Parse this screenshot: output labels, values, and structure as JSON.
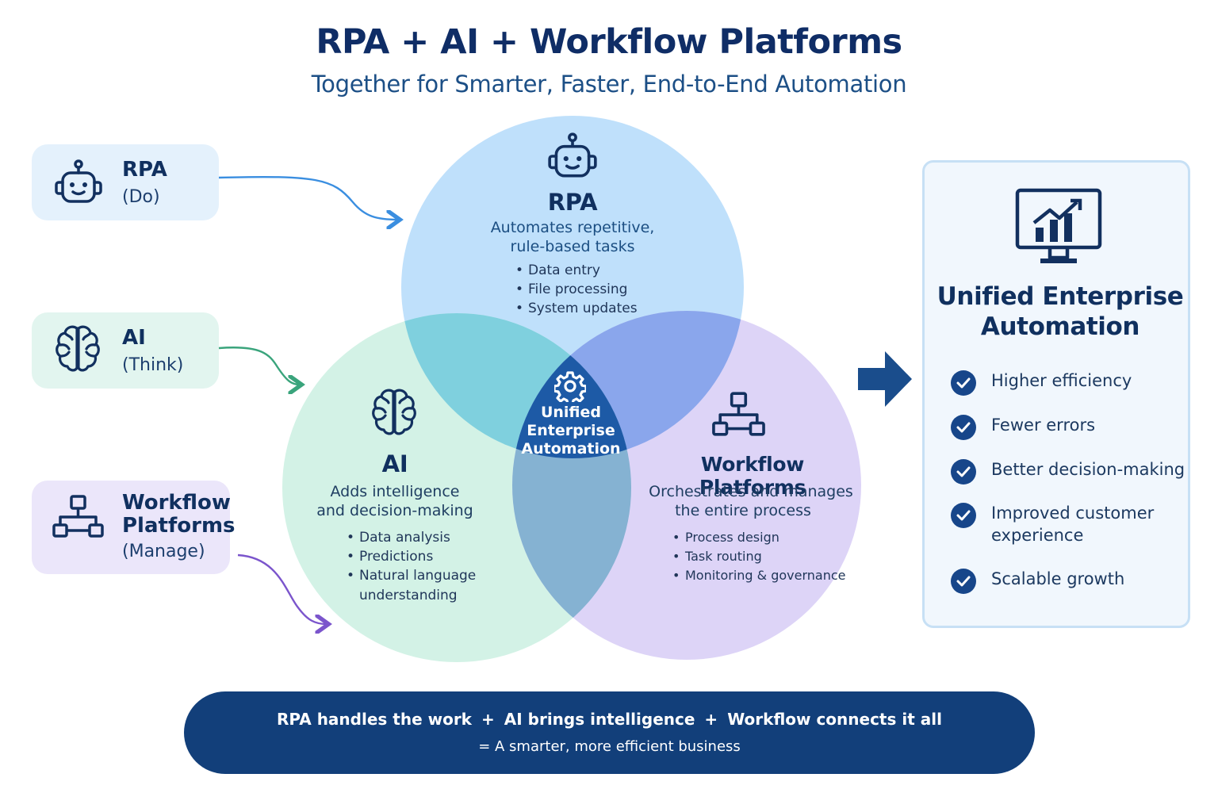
{
  "header": {
    "title": "RPA + AI + Workflow Platforms",
    "subtitle": "Together for Smarter, Faster, End-to-End Automation"
  },
  "chips": {
    "rpa": {
      "title": "RPA",
      "sub": "(Do)",
      "icon": "robot-icon"
    },
    "ai": {
      "title": "AI",
      "sub": "(Think)",
      "icon": "brain-icon"
    },
    "workflow": {
      "title_line1": "Workflow",
      "title_line2": "Platforms",
      "sub": "(Manage)",
      "icon": "flowchart-icon"
    }
  },
  "venn": {
    "rpa": {
      "title": "RPA",
      "desc_line1": "Automates repetitive,",
      "desc_line2": "rule-based tasks",
      "bullets": [
        "Data entry",
        "File processing",
        "System updates"
      ]
    },
    "ai": {
      "title": "AI",
      "desc_line1": "Adds intelligence",
      "desc_line2": "and decision-making",
      "bullets": [
        "Data analysis",
        "Predictions",
        "Natural language",
        "understanding"
      ]
    },
    "workflow": {
      "title": "Workflow Platforms",
      "desc_line1": "Orchestrates and manages",
      "desc_line2": "the entire process",
      "bullets": [
        "Process design",
        "Task routing",
        "Monitoring & governance"
      ]
    },
    "center": {
      "line1": "Unified",
      "line2": "Enterprise",
      "line3": "Automation",
      "icon": "gear-icon"
    }
  },
  "result": {
    "icon": "monitor-chart-icon",
    "title_line1": "Unified Enterprise",
    "title_line2": "Automation",
    "benefits": [
      "Higher efficiency",
      "Fewer errors",
      "Better decision-making",
      "Improved customer",
      "experience",
      "Scalable growth"
    ]
  },
  "banner": {
    "part1": "RPA handles the work",
    "part2": "AI brings intelligence",
    "part3": "Workflow connects it all",
    "plus": "+",
    "line2": "= A smarter, more efficient business"
  },
  "colors": {
    "navy": "#10305f",
    "rpa_circle": "#bfe0fb",
    "ai_circle": "#d3f2e6",
    "workflow_circle": "#ddd4f7",
    "center": "#1d5aa6",
    "banner": "#123f7a"
  }
}
